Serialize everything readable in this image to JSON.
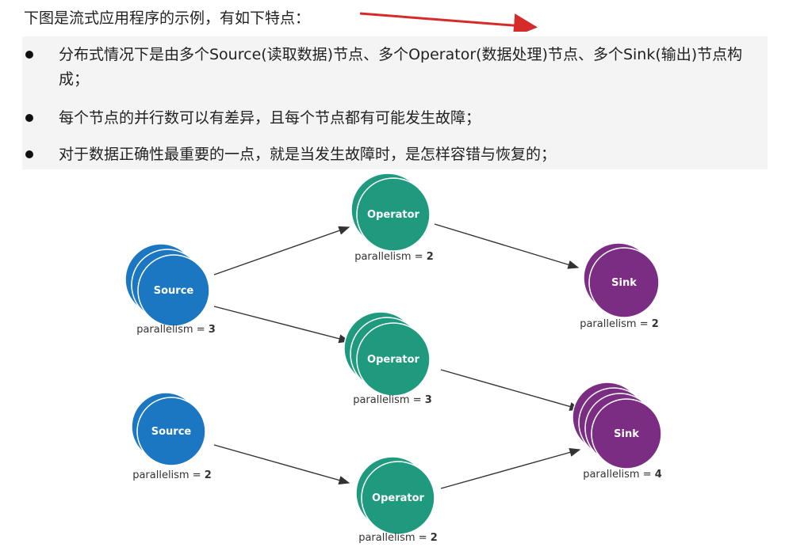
{
  "intro": {
    "text": "下图是流式应用程序的示例，有如下特点："
  },
  "bullets": [
    "分布式情况下是由多个Source(读取数据)节点、多个Operator(数据处理)节点、多个Sink(输出)节点构成；",
    "每个节点的并行数可以有差异，且每个节点都有可能发生故障；",
    "对于数据正确性最重要的一点，就是当发生故障时，是怎样容错与恢复的；"
  ],
  "diagram": {
    "colors": {
      "source": "#1b77c1",
      "operator": "#1f9a7e",
      "sink": "#7a2d82",
      "edge": "#333333",
      "pointer_arrow": "#d62b2b"
    },
    "nodes": [
      {
        "id": "source-1",
        "label": "Source",
        "parallelism_text": "parallelism = ",
        "parallelism": "3"
      },
      {
        "id": "source-2",
        "label": "Source",
        "parallelism_text": "parallelism = ",
        "parallelism": "2"
      },
      {
        "id": "operator-1",
        "label": "Operator",
        "parallelism_text": "parallelism = ",
        "parallelism": "2"
      },
      {
        "id": "operator-2",
        "label": "Operator",
        "parallelism_text": "parallelism = ",
        "parallelism": "3"
      },
      {
        "id": "operator-3",
        "label": "Operator",
        "parallelism_text": "parallelism = ",
        "parallelism": "2"
      },
      {
        "id": "sink-1",
        "label": "Sink",
        "parallelism_text": "parallelism = ",
        "parallelism": "2"
      },
      {
        "id": "sink-2",
        "label": "Sink",
        "parallelism_text": "parallelism = ",
        "parallelism": "4"
      }
    ],
    "edges": [
      {
        "from": "source-1",
        "to": "operator-1"
      },
      {
        "from": "source-1",
        "to": "operator-2"
      },
      {
        "from": "source-2",
        "to": "operator-3"
      },
      {
        "from": "operator-1",
        "to": "sink-1"
      },
      {
        "from": "operator-2",
        "to": "sink-2"
      },
      {
        "from": "operator-3",
        "to": "sink-2"
      }
    ]
  }
}
